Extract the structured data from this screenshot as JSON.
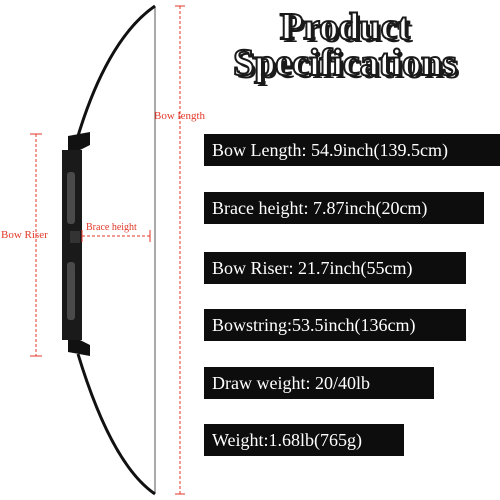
{
  "title": {
    "line1": "Product",
    "line2": "Specifications"
  },
  "labels": {
    "bow_length": "Bow length",
    "bow_riser": "Bow Riser",
    "brace_height": "Brace height"
  },
  "specs": [
    "Bow Length: 54.9inch(139.5cm)",
    "Brace height: 7.87inch(20cm)",
    "Bow Riser: 21.7inch(55cm)",
    "Bowstring:53.5inch(136cm)",
    "Draw weight: 20/40lb",
    "Weight:1.68lb(765g)"
  ],
  "colors": {
    "dimension": "#e23a2a",
    "panel": "#0d0d0d"
  }
}
